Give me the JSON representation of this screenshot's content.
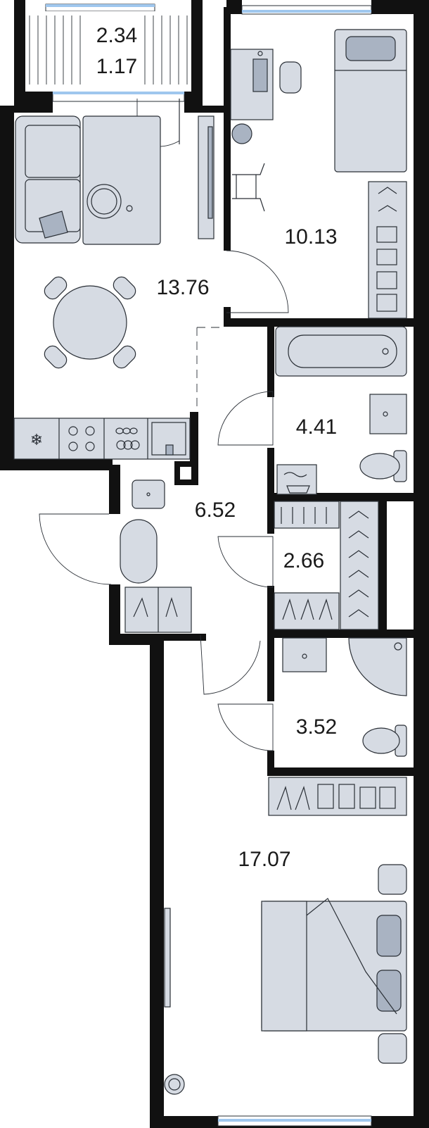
{
  "plan": {
    "rooms": [
      {
        "id": "balcony",
        "areas": [
          "2.34",
          "1.17"
        ]
      },
      {
        "id": "kitchen-living",
        "area": "13.76"
      },
      {
        "id": "bedroom-small",
        "area": "10.13"
      },
      {
        "id": "bathroom",
        "area": "4.41"
      },
      {
        "id": "hallway",
        "area": "6.52"
      },
      {
        "id": "wardrobe",
        "area": "2.66"
      },
      {
        "id": "toilet",
        "area": "3.52"
      },
      {
        "id": "bedroom-master",
        "area": "17.07"
      }
    ],
    "colors": {
      "wall": "#111111",
      "furniture": "#d6dbe3",
      "furniture_dark": "#a9b3c2",
      "window_glass": "#9fc7ee",
      "outline": "#2a2f36"
    }
  }
}
